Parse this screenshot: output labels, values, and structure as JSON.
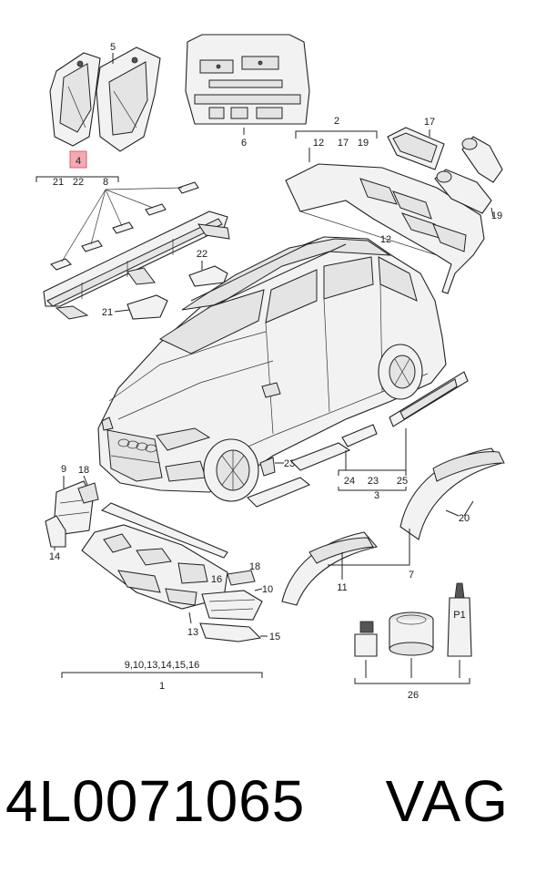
{
  "diagram": {
    "callouts": {
      "c5": "5",
      "c4": "4",
      "c21a": "21",
      "c22a": "22",
      "c8": "8",
      "c6": "6",
      "c2": "2",
      "c12a": "12",
      "c17a": "17",
      "c19a": "19",
      "c17b": "17",
      "c19b": "19",
      "c12b": "12",
      "c22b": "22",
      "c21b": "21",
      "c23a": "23",
      "c24": "24",
      "c23b": "23",
      "c25": "25",
      "c3": "3",
      "c9": "9",
      "c18a": "18",
      "c14": "14",
      "c18b": "18",
      "c16": "16",
      "c10": "10",
      "c13": "13",
      "c15": "15",
      "c20": "20",
      "c11": "11",
      "c7": "7",
      "c1_list": "9,10,13,14,15,16",
      "c1": "1",
      "c26": "26",
      "tube_label": "P1"
    },
    "highlight_color": "#f4a9b4"
  },
  "footer": {
    "part_number": "4L0071065",
    "brand": "VAG"
  }
}
